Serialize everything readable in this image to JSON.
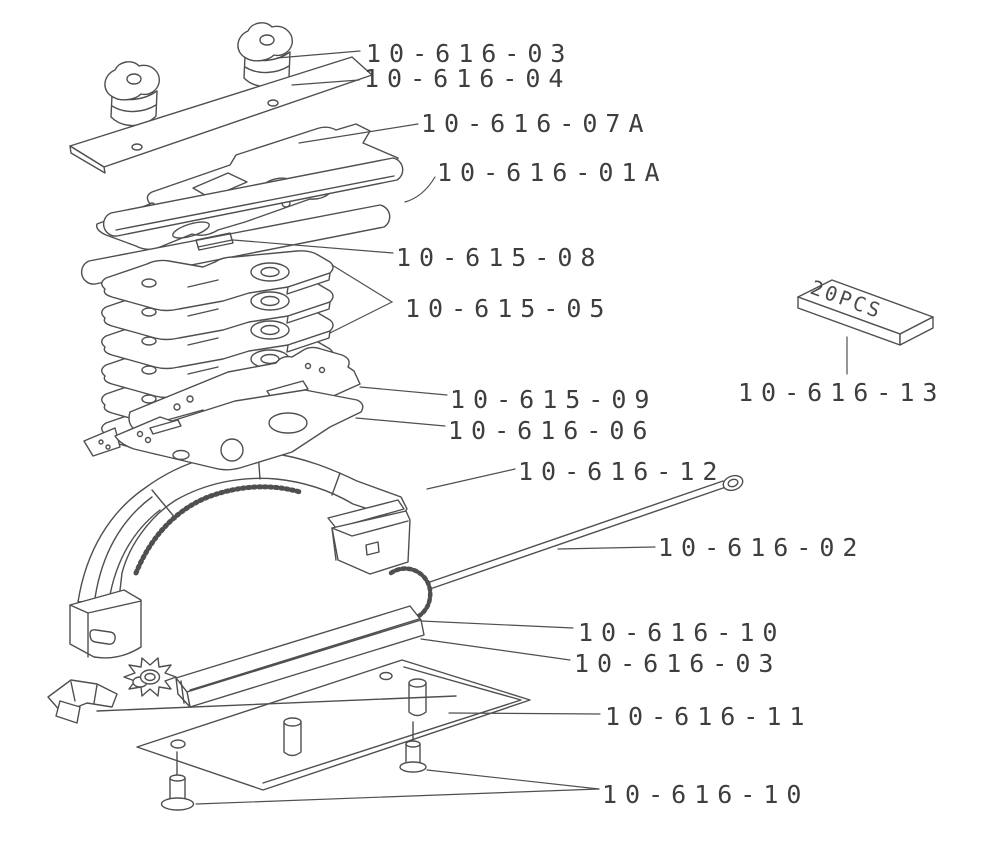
{
  "diagram": {
    "box_label": "20PCS",
    "labels": [
      {
        "id": "callout-top-wingnuts",
        "text": "10-616-03"
      },
      {
        "id": "callout-cover-plate",
        "text": "10-616-04"
      },
      {
        "id": "callout-top-plate",
        "text": "10-616-07A"
      },
      {
        "id": "callout-blade-upper",
        "text": "10-616-01A"
      },
      {
        "id": "callout-blade-lower",
        "text": "10-615-08"
      },
      {
        "id": "callout-plate-stack",
        "text": "10-615-05"
      },
      {
        "id": "callout-slotted-plate",
        "text": "10-615-09"
      },
      {
        "id": "callout-lower-plate",
        "text": "10-616-06"
      },
      {
        "id": "callout-handle-arch",
        "text": "10-616-12"
      },
      {
        "id": "callout-staple-pack",
        "text": "10-616-13"
      },
      {
        "id": "callout-long-rod",
        "text": "10-616-02"
      },
      {
        "id": "callout-magazine-rail",
        "text": "10-616-10"
      },
      {
        "id": "callout-rail-end",
        "text": "10-616-03"
      },
      {
        "id": "callout-base-plate",
        "text": "10-616-11"
      },
      {
        "id": "callout-screws",
        "text": "10-616-10"
      }
    ]
  },
  "colors": {
    "background": "#ffffff",
    "line": "#4f4f4f",
    "label_text": "#3e3e3e"
  }
}
